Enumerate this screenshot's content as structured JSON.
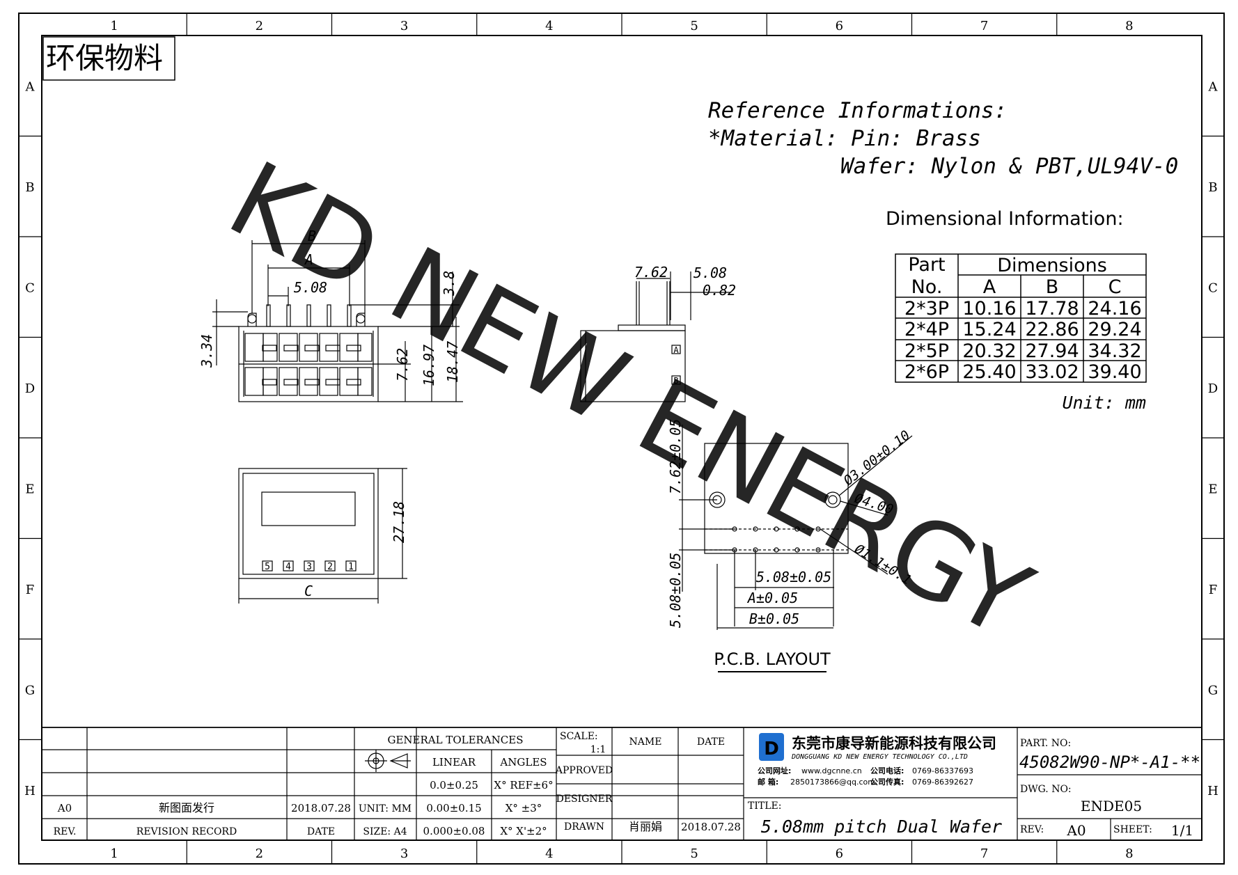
{
  "grid": {
    "cols": [
      "1",
      "2",
      "3",
      "4",
      "5",
      "6",
      "7",
      "8"
    ],
    "rows": [
      "A",
      "B",
      "C",
      "D",
      "E",
      "F",
      "G",
      "H"
    ]
  },
  "stamp": "环保物料",
  "watermark": "KD NEW ENERGY",
  "reference": {
    "line1": "Reference Informations:",
    "line2": "*Material: Pin: Brass",
    "line3": "Wafer: Nylon & PBT,UL94V-0"
  },
  "dim_info": {
    "heading": "Dimensional Information:",
    "hdr_part_1": "Part",
    "hdr_part_2": "No.",
    "hdr_dims": "Dimensions",
    "cols": [
      "A",
      "B",
      "C"
    ],
    "rows": [
      [
        "2*3P",
        "10.16",
        "17.78",
        "24.16"
      ],
      [
        "2*4P",
        "15.24",
        "22.86",
        "29.24"
      ],
      [
        "2*5P",
        "20.32",
        "27.94",
        "34.32"
      ],
      [
        "2*6P",
        "25.40",
        "33.02",
        "39.40"
      ]
    ],
    "unit": "Unit: mm"
  },
  "drawing": {
    "front": {
      "B": "B",
      "A": "A",
      "pitch": "5.08",
      "h1": "3.8",
      "h2": "3.34",
      "h3": "7.62",
      "h4": "16.97",
      "h5": "18.47"
    },
    "side": {
      "d1": "7.62",
      "d2": "5.08",
      "d3": "0.82",
      "markA": "A",
      "markB": "B"
    },
    "bottom": {
      "height": "27.18",
      "width": "C",
      "pins": [
        "5",
        "4",
        "3",
        "2",
        "1"
      ]
    },
    "pcb": {
      "v1": "7.62±0.05",
      "v2": "5.08±0.05",
      "hole1": "Ø3.00±0.10",
      "hole2": "Ø4.00",
      "hole3": "Ø1.1±0.1",
      "h1": "5.08±0.05",
      "h2": "A±0.05",
      "h3": "B±0.05",
      "label": "P.C.B. LAYOUT"
    }
  },
  "title_block": {
    "tol_header": "GENERAL TOLERANCES",
    "linear": "LINEAR",
    "angles": "ANGLES",
    "lin1": "0.0±0.25",
    "lin2": "0.00±0.15",
    "lin3": "0.000±0.08",
    "ang1": "X° REF±6°",
    "ang2": "X° ±3°",
    "ang3": "X° X'±2°",
    "scale_lbl": "SCALE:",
    "scale_val": "1:1",
    "name_hdr": "NAME",
    "date_hdr": "DATE",
    "approved": "APPROVED",
    "designer": "DESIGNER",
    "drawn": "DRAWN",
    "drawn_name": "肖丽娟",
    "drawn_date": "2018.07.28",
    "unit": "UNIT: MM",
    "size": "SIZE: A4",
    "rev_a0": "A0",
    "rev_record": "新图面发行",
    "rev_date": "2018.07.28",
    "rev_hdr": "REV.",
    "record_hdr": "REVISION RECORD",
    "date_col": "DATE",
    "company_cn": "东莞市康导新能源科技有限公司",
    "company_en": "DONGGUANG KD NEW ENERGY TECHNOLOGY CO.,LTD",
    "web_lbl": "公司网址:",
    "web": "www.dgcnne.cn",
    "tel_lbl": "公司电话:",
    "tel": "0769-86337693",
    "mail_lbl": "邮 箱:",
    "mail": "2850173866@qq.com",
    "fax_lbl": "公司传真:",
    "fax": "0769-86392627",
    "title_lbl": "TITLE:",
    "title": "5.08mm pitch Dual Wafer",
    "part_lbl": "PART. NO:",
    "part_no": "45082W90-NP*-A1-**",
    "dwg_lbl": "DWG. NO:",
    "dwg_no": "ENDE05",
    "rev_lbl": "REV:",
    "rev_val": "A0",
    "sheet_lbl": "SHEET:",
    "sheet_val": "1/1"
  },
  "colors": {
    "watermark": "#3ef2ee",
    "logo_blue": "#1f6fd0",
    "ink": "#000000"
  }
}
